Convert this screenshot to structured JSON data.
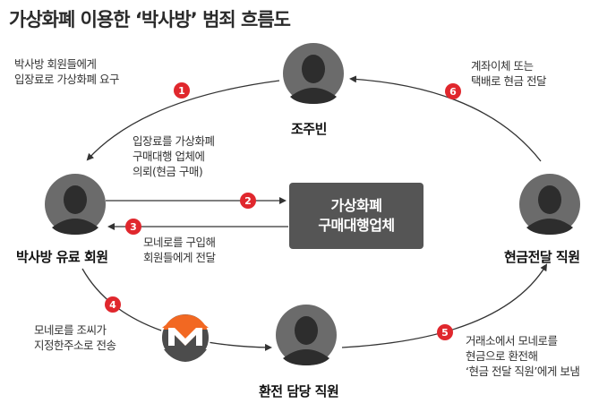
{
  "title": "가상화폐 이용한 ‘박사방’ 범죄 흐름도",
  "nodes": {
    "jojubin": "조주빈",
    "paid_member": "박사방 유료 회원",
    "cash_staff": "현금전달 직원",
    "exchange_staff": "환전 담당 직원",
    "company_line1": "가상화폐",
    "company_line2": "구매대행업체"
  },
  "steps": [
    {
      "number": "1",
      "text": "박사방 회원들에게\n입장료로 가상화폐 요구"
    },
    {
      "number": "2",
      "text": "입장료를 가상화폐\n구매대행 업체에\n의뢰(현금 구매)"
    },
    {
      "number": "3",
      "text": "모네로를 구입해\n회원들에게 전달"
    },
    {
      "number": "4",
      "text": "모네로를 조씨가\n지정한주소로 전송"
    },
    {
      "number": "5",
      "text": "거래소에서 모네로를\n현금으로 환전해\n‘현금 전달 직원’에게 보냄"
    },
    {
      "number": "6",
      "text": "계좌이체 또는\n택배로 현금 전달"
    }
  ],
  "colors": {
    "accent": "#e0272d",
    "person": "#6b6b6b",
    "box": "#555555",
    "monero_orange": "#f26822"
  },
  "icons": {
    "person": "person-silhouette-icon",
    "monero": "monero-logo-icon"
  }
}
